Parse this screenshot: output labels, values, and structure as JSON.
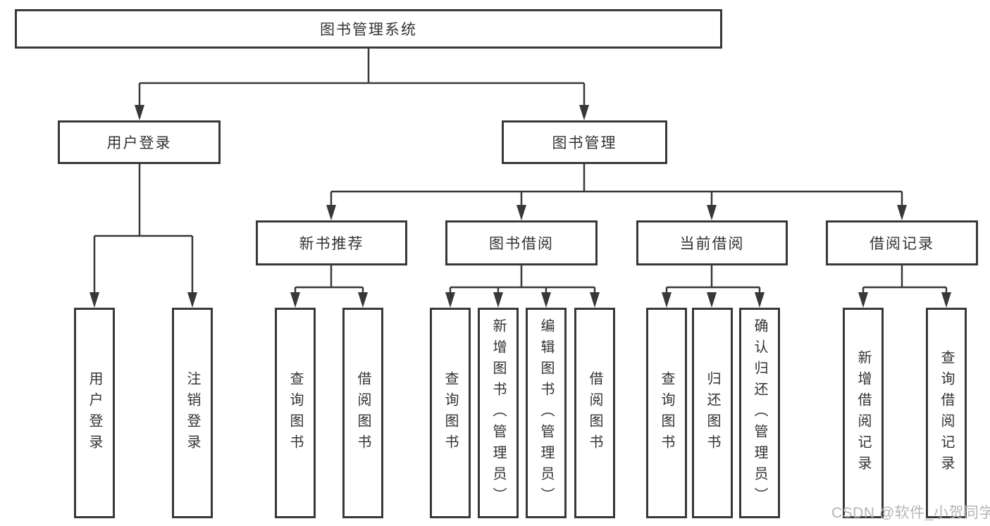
{
  "tree": {
    "root": {
      "label": "图书管理系统"
    },
    "branches": [
      {
        "label": "用户登录",
        "children": [
          {
            "label": "用户登录"
          },
          {
            "label": "注销登录"
          }
        ]
      },
      {
        "label": "图书管理",
        "children": [
          {
            "label": "新书推荐",
            "children": [
              {
                "label": "查询图书"
              },
              {
                "label": "借阅图书"
              }
            ]
          },
          {
            "label": "图书借阅",
            "children": [
              {
                "label": "查询图书"
              },
              {
                "label": "新增图书（管理员）"
              },
              {
                "label": "编辑图书（管理员）"
              },
              {
                "label": "借阅图书"
              }
            ]
          },
          {
            "label": "当前借阅",
            "children": [
              {
                "label": "查询图书"
              },
              {
                "label": "归还图书"
              },
              {
                "label": "确认归还（管理员）"
              }
            ]
          },
          {
            "label": "借阅记录",
            "children": [
              {
                "label": "新增借阅记录"
              },
              {
                "label": "查询借阅记录"
              }
            ]
          }
        ]
      }
    ]
  },
  "watermark": {
    "text": "CSDN @软件_小贺同学"
  },
  "colors": {
    "line": "#383838",
    "text": "#333333",
    "watermark": "#b5b5b5",
    "background": "#ffffff"
  }
}
